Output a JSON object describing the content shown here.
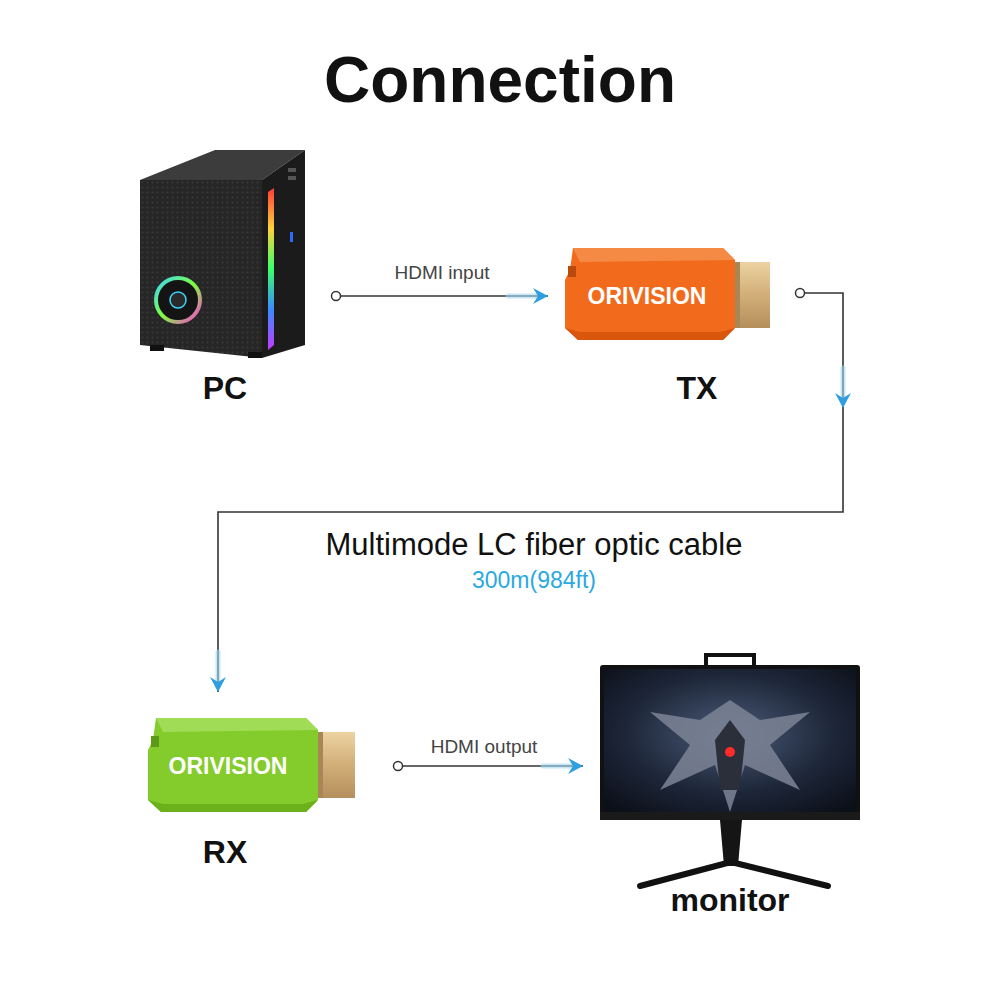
{
  "diagram": {
    "title": "Connection",
    "nodes": [
      {
        "text": [
          "PC"
        ]
      },
      {
        "text": [
          "ORIVISION",
          "TX"
        ]
      },
      {
        "text": [
          "ORIVISION",
          "RX"
        ]
      },
      {
        "text": [
          "monitor"
        ]
      }
    ],
    "edges": [
      {
        "from": 0,
        "to": 1,
        "label": "HDMI input",
        "arrow": "to"
      },
      {
        "from": 1,
        "to": 2,
        "label": "Multimode LC fiber optic cable",
        "arrow": "to"
      },
      {
        "from": 2,
        "to": 3,
        "label": "HDMI output",
        "arrow": "to"
      }
    ],
    "labels": [
      "300m(984ft)"
    ]
  }
}
